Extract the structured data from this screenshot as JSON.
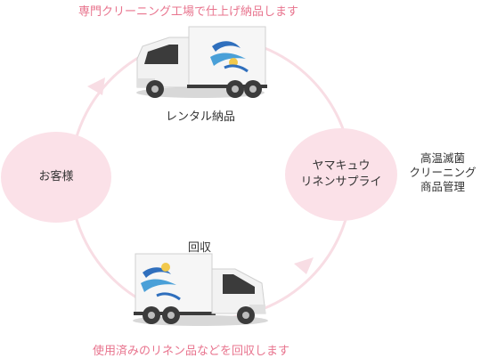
{
  "diagram": {
    "top_caption": "専門クリーニング工場で仕上げ納品します",
    "top_truck_label": "レンタル納品",
    "left_node_label": "お客様",
    "right_node_label": [
      "ヤマキュウ",
      "リネンサプライ"
    ],
    "side_notes": [
      "高温滅菌",
      "クリーニング",
      "商品管理"
    ],
    "bottom_truck_label": "回収",
    "bottom_caption": "使用済みのリネン品などを回収します"
  },
  "colors": {
    "caption_pink": "#e8748e",
    "cycle_ring": "#f8dde4",
    "node_fill": "#fbe1e8",
    "truck_cab": "#f2f2f2",
    "truck_dark": "#3b3b3b",
    "logo_blue": "#2f6fbd"
  }
}
